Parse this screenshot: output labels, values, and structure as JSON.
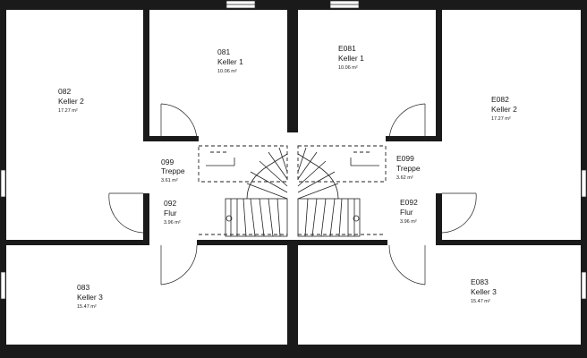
{
  "rooms": [
    {
      "id": "r081",
      "number": "081",
      "name": "Keller 1",
      "area": "10.06 m²"
    },
    {
      "id": "rE081",
      "number": "E081",
      "name": "Keller 1",
      "area": "10.06 m²"
    },
    {
      "id": "r082",
      "number": "082",
      "name": "Keller 2",
      "area": "17.27 m²"
    },
    {
      "id": "rE082",
      "number": "E082",
      "name": "Keller 2",
      "area": "17.27 m²"
    },
    {
      "id": "r099",
      "number": "099",
      "name": "Treppe",
      "area": "3.61 m²"
    },
    {
      "id": "rE099",
      "number": "E099",
      "name": "Treppe",
      "area": "3.62 m²"
    },
    {
      "id": "r092",
      "number": "092",
      "name": "Flur",
      "area": "3.96 m²"
    },
    {
      "id": "rE092",
      "number": "E092",
      "name": "Flur",
      "area": "3.96 m²"
    },
    {
      "id": "r083",
      "number": "083",
      "name": "Keller 3",
      "area": "15.47 m²"
    },
    {
      "id": "rE083",
      "number": "E083",
      "name": "Keller 3",
      "area": "15.47 m²"
    }
  ]
}
